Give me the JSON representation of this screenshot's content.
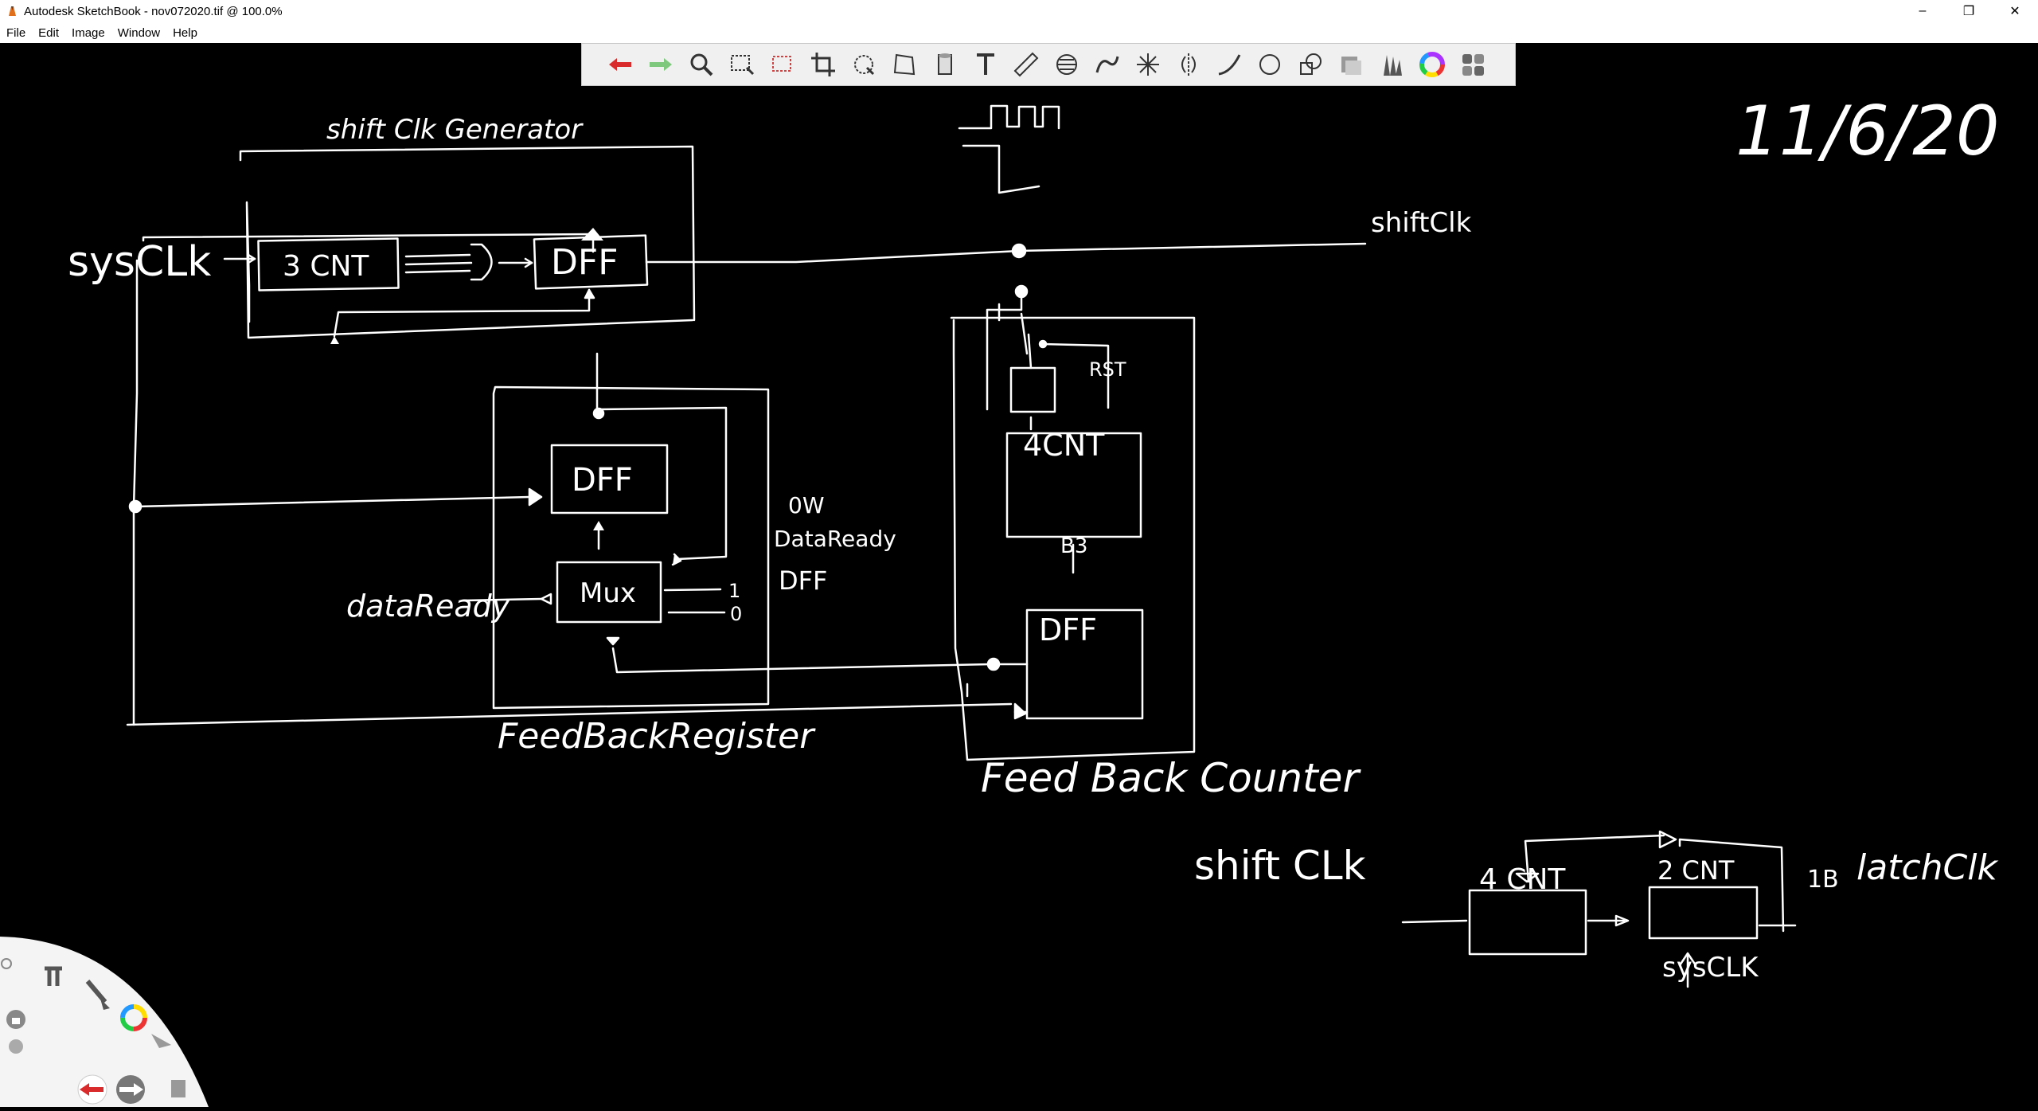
{
  "window": {
    "title": "Autodesk SketchBook - nov072020.tif @ 100.0%",
    "controls": [
      "minimize",
      "restore",
      "close"
    ]
  },
  "menu": [
    "File",
    "Edit",
    "Image",
    "Window",
    "Help"
  ],
  "toolbar": {
    "tools": [
      {
        "name": "undo-icon",
        "color": "#d92b2b"
      },
      {
        "name": "redo-icon",
        "color": "#7ec87e"
      },
      {
        "name": "zoom-icon"
      },
      {
        "name": "rect-select-icon"
      },
      {
        "name": "lasso-select-icon"
      },
      {
        "name": "crop-icon"
      },
      {
        "name": "transform-icon"
      },
      {
        "name": "distort-icon"
      },
      {
        "name": "fill-icon"
      },
      {
        "name": "text-icon"
      },
      {
        "name": "ruler-icon"
      },
      {
        "name": "ellipse-guide-icon"
      },
      {
        "name": "french-curve-icon"
      },
      {
        "name": "perspective-icon"
      },
      {
        "name": "symmetry-icon"
      },
      {
        "name": "stroke-icon"
      },
      {
        "name": "circle-icon"
      },
      {
        "name": "shapes-icon"
      },
      {
        "name": "layers-icon"
      },
      {
        "name": "brushes-icon"
      },
      {
        "name": "color-wheel-icon"
      },
      {
        "name": "copic-library-icon"
      }
    ]
  },
  "sketch": {
    "date": "11/6/20",
    "labels": {
      "shift_clk_generator": "shift Clk Generator",
      "sysclk_left": "sysCLk",
      "cnt3": "3 CNT",
      "dff_top": "DFF",
      "shiftclk_right": "shiftClk",
      "dff_mid": "DFF",
      "mux": "Mux",
      "mux_in1": "1",
      "mux_in0": "0",
      "dataready_left": "dataReady",
      "note_line1": "0W",
      "note_line2": "DataReady",
      "note_line3": "DFF",
      "feedback_register": "FeedBackRegister",
      "rst": "RST",
      "cnt4_top": "4CNT",
      "b3": "B3",
      "dff_counter": "DFF",
      "feedback_counter": "Feed Back Counter",
      "shiftclk_bottom": "shift CLk",
      "cnt4_bottom": "4 CNT",
      "cnt2_bottom": "2 CNT",
      "b_label": "1B",
      "latchclk": "latchClk",
      "sysclk_bottom": "sysCLK"
    }
  },
  "lagoon": {
    "items": [
      "settings-icon",
      "toolbox-icon",
      "brush-icon",
      "color-wheel-icon",
      "select-icon",
      "lock-icon",
      "dot-icon",
      "undo-icon",
      "redo-icon",
      "copy-icon"
    ]
  }
}
